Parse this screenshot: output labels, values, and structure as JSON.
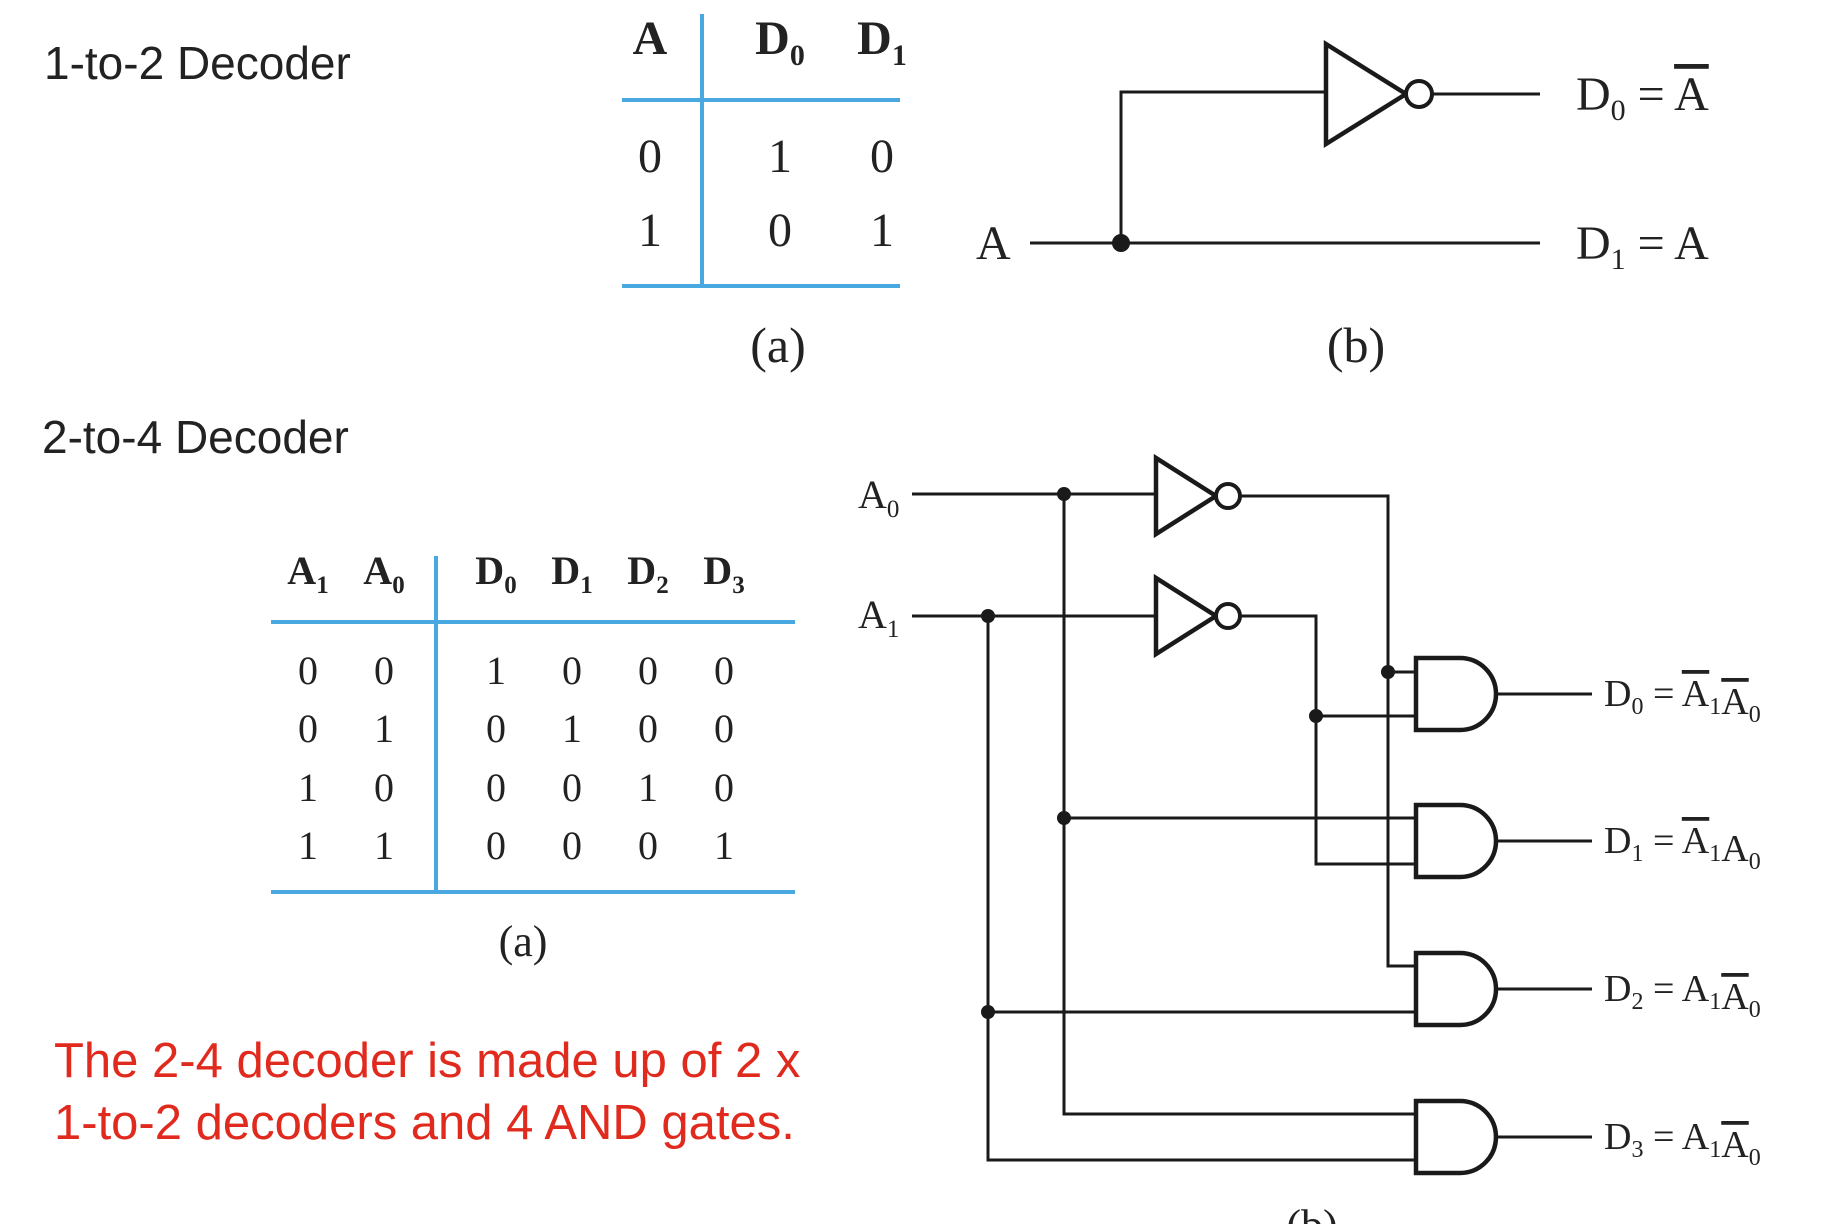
{
  "section1": {
    "heading": "1-to-2 Decoder",
    "truth_table": {
      "inputs": [
        "A"
      ],
      "outputs": [
        [
          "D",
          "0"
        ],
        [
          "D",
          "1"
        ]
      ],
      "rows": [
        {
          "in": [
            "0"
          ],
          "out": [
            "1",
            "0"
          ]
        },
        {
          "in": [
            "1"
          ],
          "out": [
            "0",
            "1"
          ]
        }
      ],
      "caption": "(a)"
    },
    "circuit": {
      "input": "A",
      "outputs": [
        {
          "name": "D",
          "sub": "0",
          "expr": "A",
          "overbar": true
        },
        {
          "name": "D",
          "sub": "1",
          "expr": "A",
          "overbar": false
        }
      ],
      "caption": "(b)"
    }
  },
  "section2": {
    "heading": "2-to-4 Decoder",
    "truth_table": {
      "inputs": [
        [
          "A",
          "1"
        ],
        [
          "A",
          "0"
        ]
      ],
      "outputs": [
        [
          "D",
          "0"
        ],
        [
          "D",
          "1"
        ],
        [
          "D",
          "2"
        ],
        [
          "D",
          "3"
        ]
      ],
      "rows": [
        {
          "in": [
            "0",
            "0"
          ],
          "out": [
            "1",
            "0",
            "0",
            "0"
          ]
        },
        {
          "in": [
            "0",
            "1"
          ],
          "out": [
            "0",
            "1",
            "0",
            "0"
          ]
        },
        {
          "in": [
            "1",
            "0"
          ],
          "out": [
            "0",
            "0",
            "1",
            "0"
          ]
        },
        {
          "in": [
            "1",
            "1"
          ],
          "out": [
            "0",
            "0",
            "0",
            "1"
          ]
        }
      ],
      "caption": "(a)"
    },
    "circuit": {
      "inputs": [
        [
          "A",
          "0"
        ],
        [
          "A",
          "1"
        ]
      ],
      "outputs": [
        {
          "name": "D",
          "sub": "0",
          "terms": [
            {
              "v": "A",
              "s": "1",
              "bar": true
            },
            {
              "v": "A",
              "s": "0",
              "bar": true
            }
          ]
        },
        {
          "name": "D",
          "sub": "1",
          "terms": [
            {
              "v": "A",
              "s": "1",
              "bar": true
            },
            {
              "v": "A",
              "s": "0",
              "bar": false
            }
          ]
        },
        {
          "name": "D",
          "sub": "2",
          "terms": [
            {
              "v": "A",
              "s": "1",
              "bar": false
            },
            {
              "v": "A",
              "s": "0",
              "bar": true
            }
          ]
        },
        {
          "name": "D",
          "sub": "3",
          "terms": [
            {
              "v": "A",
              "s": "1",
              "bar": false
            },
            {
              "v": "A",
              "s": "0",
              "bar": true
            }
          ]
        }
      ],
      "caption": "(b)"
    }
  },
  "note": "The 2-4 decoder is made up of 2 x 1-to-2 decoders and 4 AND gates.",
  "colors": {
    "table_rule": "#4aa8e0",
    "note_text": "#e02a1e",
    "wire": "#1a1a1a"
  }
}
